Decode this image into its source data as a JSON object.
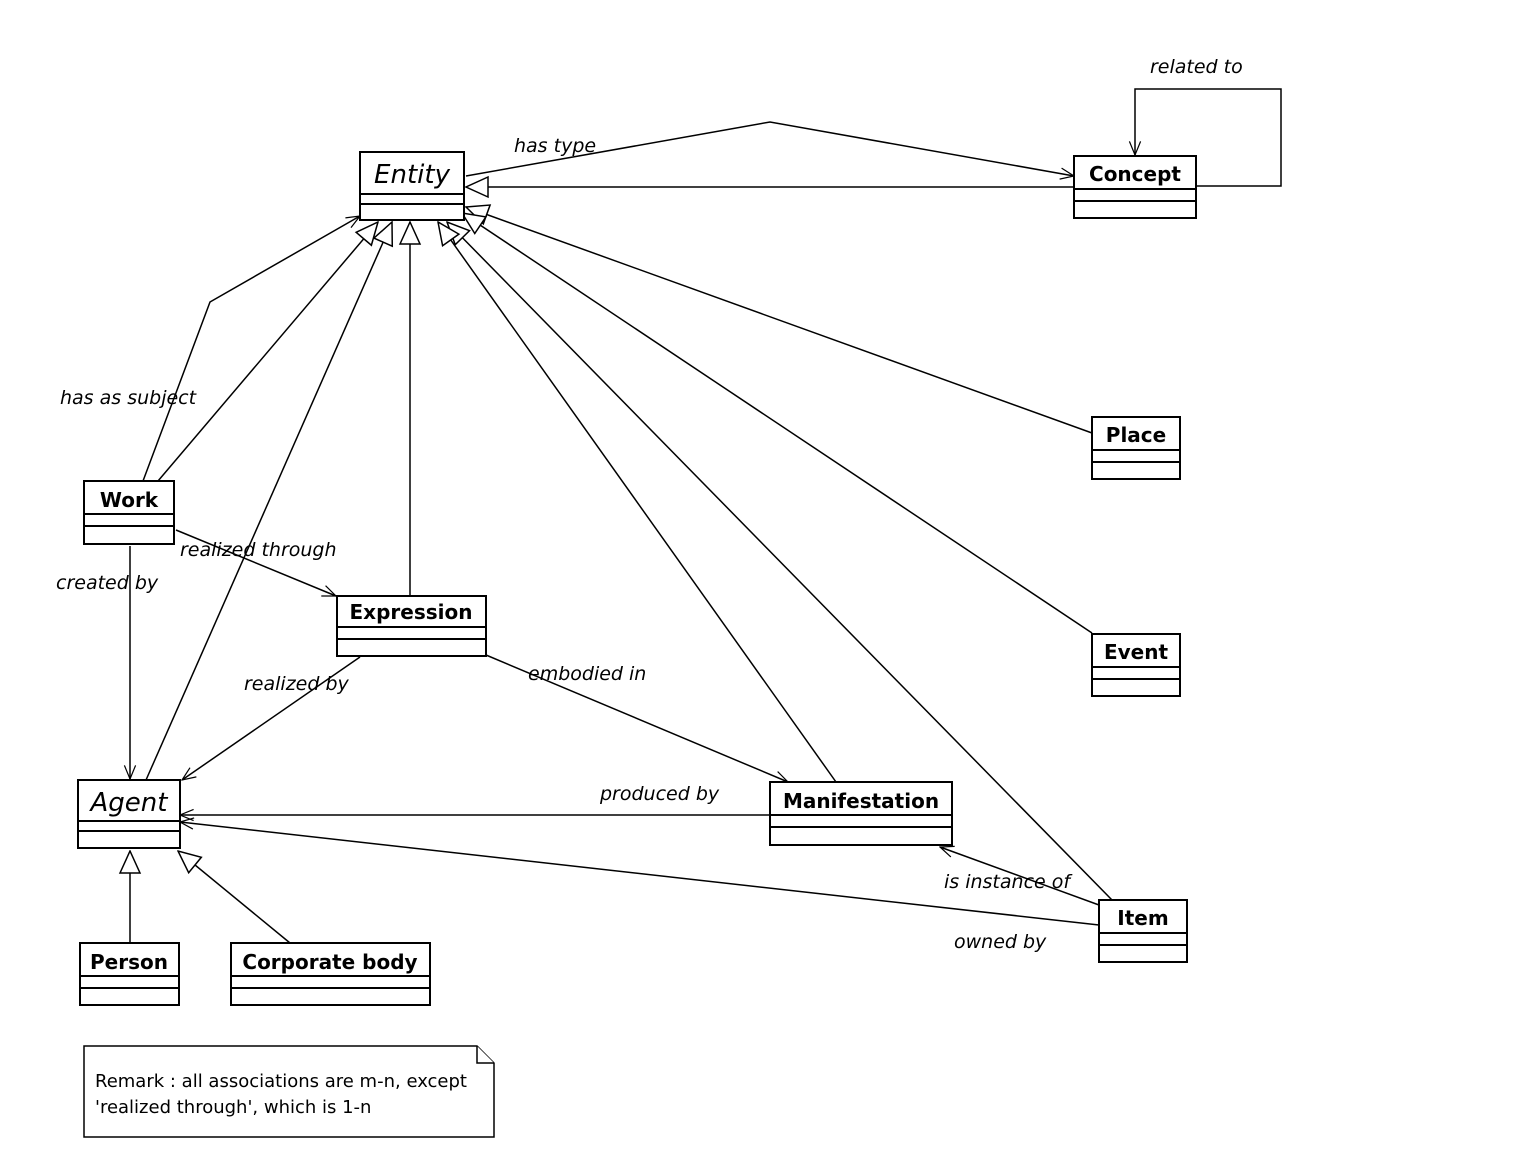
{
  "classes": {
    "entity": "Entity",
    "concept": "Concept",
    "place": "Place",
    "event": "Event",
    "work": "Work",
    "expression": "Expression",
    "manifestation": "Manifestation",
    "item": "Item",
    "agent": "Agent",
    "person": "Person",
    "corporate_body": "Corporate body"
  },
  "associations": {
    "has_type": "has type",
    "related_to": "related to",
    "has_as_subject": "has as subject",
    "realized_through": "realized through",
    "created_by": "created by",
    "realized_by": "realized by",
    "embodied_in": "embodied in",
    "produced_by": "produced by",
    "is_instance_of": "is instance of",
    "owned_by": "owned by"
  },
  "note": {
    "line1": "Remark : all associations are m-n, except",
    "line2": "'realized through', which is 1-n"
  }
}
